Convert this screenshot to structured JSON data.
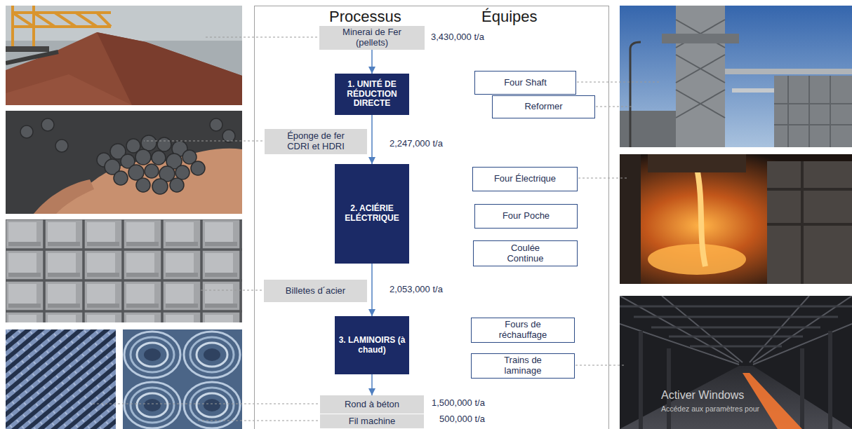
{
  "diagram": {
    "nodes": [
      {
        "text": [
          "Processus",
          "Équipes"
        ]
      },
      {
        "text": [
          "Minerai de Fer (pellets)"
        ],
        "in": 0
      },
      {
        "text": [
          "1. UNITÉ DE RÉDUCTION DIRECTE"
        ],
        "in": 0
      },
      {
        "text": [
          "Four Shaft"
        ],
        "in": 0
      },
      {
        "text": [
          "Reformer"
        ],
        "in": 0
      },
      {
        "text": [
          "Éponge de fer CDRI et HDRI"
        ],
        "in": 0
      },
      {
        "text": [
          "2. ACIÉRIE ELÉCTRIQUE"
        ],
        "in": 0
      },
      {
        "text": [
          "Four Électrique"
        ],
        "in": 0
      },
      {
        "text": [
          "Four Poche"
        ],
        "in": 0
      },
      {
        "text": [
          "Coulée Continue"
        ],
        "in": 0
      },
      {
        "text": [
          "Billetes d´acier"
        ],
        "in": 0
      },
      {
        "text": [
          "3. LAMINOIRS (à chaud)"
        ],
        "in": 0
      },
      {
        "text": [
          "Fours de réchauffage"
        ],
        "in": 0
      },
      {
        "text": [
          "Trains de laminage"
        ],
        "in": 0
      },
      {
        "text": [
          "Rond à béton"
        ],
        "in": 0
      },
      {
        "text": [
          "Fil machine"
        ],
        "in": 0
      }
    ],
    "edges": [
      {
        "from": 1,
        "to": 2,
        "arrow": "to"
      },
      {
        "from": 2,
        "to": 6,
        "arrow": "to"
      },
      {
        "from": 6,
        "to": 11,
        "arrow": "to"
      },
      {
        "from": 11,
        "to": 14,
        "arrow": "to"
      }
    ],
    "labels": [
      "3,430,000 t/a",
      "2,247,000 t/a",
      "2,053,000 t/a",
      "1,500,000 t/a",
      "500,000 t/a",
      "Activer Windows",
      "Accédez aux paramètres pour"
    ]
  }
}
